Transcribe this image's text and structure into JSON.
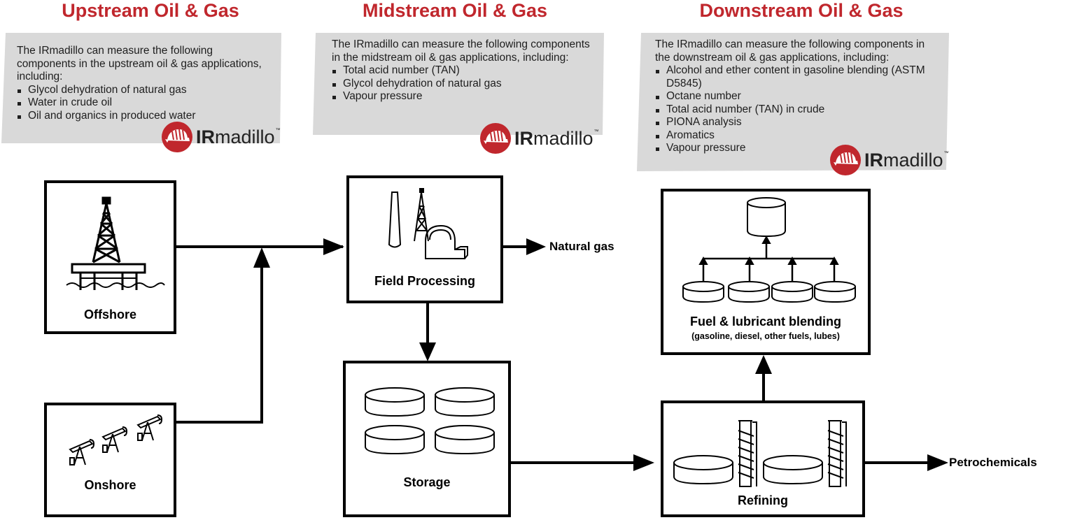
{
  "titles": {
    "upstream": "Upstream Oil & Gas",
    "midstream": "Midstream Oil & Gas",
    "downstream": "Downstream Oil & Gas"
  },
  "panels": {
    "upstream": {
      "intro": "The IRmadillo can measure the following components in the upstream oil & gas applications, including:",
      "items": [
        "Glycol dehydration of natural gas",
        "Water in crude oil",
        "Oil and organics in produced water"
      ]
    },
    "midstream": {
      "intro": "The IRmadillo can measure the following components in the midstream oil & gas applications, including:",
      "items": [
        "Total acid number (TAN)",
        "Glycol dehydration of natural gas",
        "Vapour pressure"
      ]
    },
    "downstream": {
      "intro": "The IRmadillo can measure the following components in the downstream oil & gas applications, including:",
      "items": [
        "Alcohol and ether content in gasoline blending (ASTM D5845)",
        "Octane number",
        "Total acid number (TAN) in crude",
        "PIONA analysis",
        "Aromatics",
        "Vapour pressure"
      ]
    }
  },
  "logo": {
    "bold": "IR",
    "rest": "madillo",
    "tm": "™"
  },
  "nodes": {
    "offshore": "Offshore",
    "onshore": "Onshore",
    "field_processing": "Field Processing",
    "storage": "Storage",
    "refining": "Refining",
    "blending": "Fuel & lubricant blending",
    "blending_sub": "(gasoline, diesel, other fuels, lubes)"
  },
  "outputs": {
    "natural_gas": "Natural gas",
    "petrochemicals": "Petrochemicals"
  },
  "colors": {
    "accent": "#c0272d",
    "panel": "#d9d9d9",
    "line": "#000000"
  },
  "icons": {
    "logo": "armadillo-logo-icon",
    "offshore": "offshore-rig-icon",
    "onshore": "pumpjack-icon",
    "field_processing": "gas-plant-icon",
    "storage": "storage-tank-icon",
    "refining": "refinery-column-icon",
    "blending": "blending-tanks-icon"
  }
}
